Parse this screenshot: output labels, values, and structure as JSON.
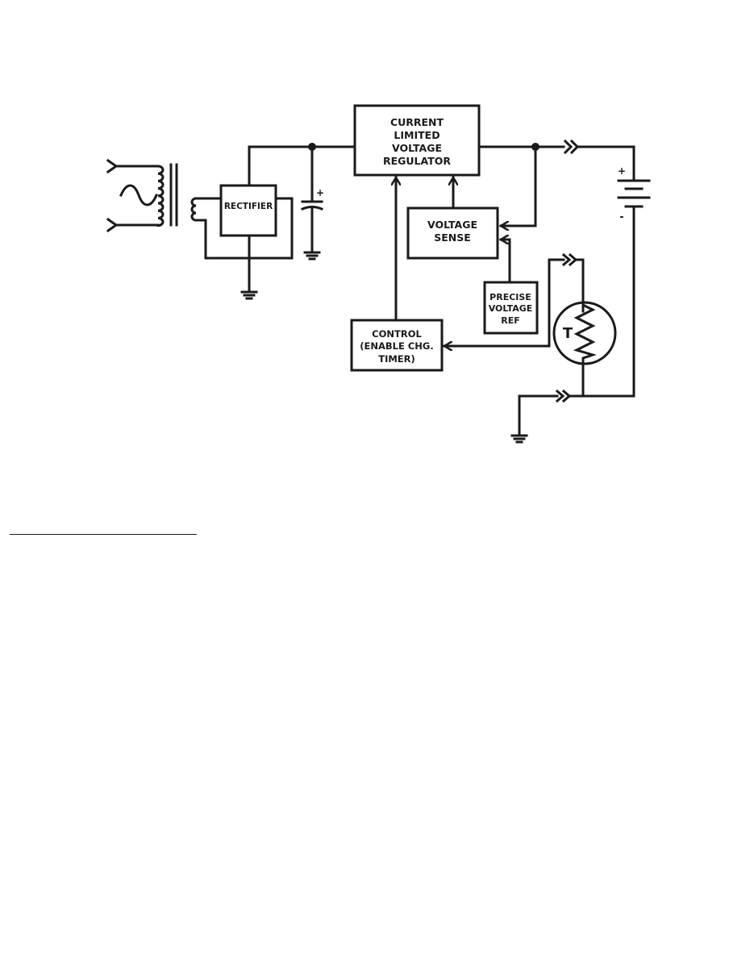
{
  "blocks": {
    "regulator": [
      "CURRENT",
      "LIMITED",
      "VOLTAGE",
      "REGULATOR"
    ],
    "rectifier": [
      "RECTIFIER"
    ],
    "voltage_sense": [
      "VOLTAGE",
      "SENSE"
    ],
    "precise_ref": [
      "PRECISE",
      "VOLTAGE",
      "REF"
    ],
    "control": [
      "CONTROL",
      "(ENABLE CHG.",
      "TIMER)"
    ]
  },
  "symbols": {
    "capacitor_polarity": "+",
    "battery_positive": "+",
    "battery_negative": "-",
    "thermistor_label": "T"
  }
}
